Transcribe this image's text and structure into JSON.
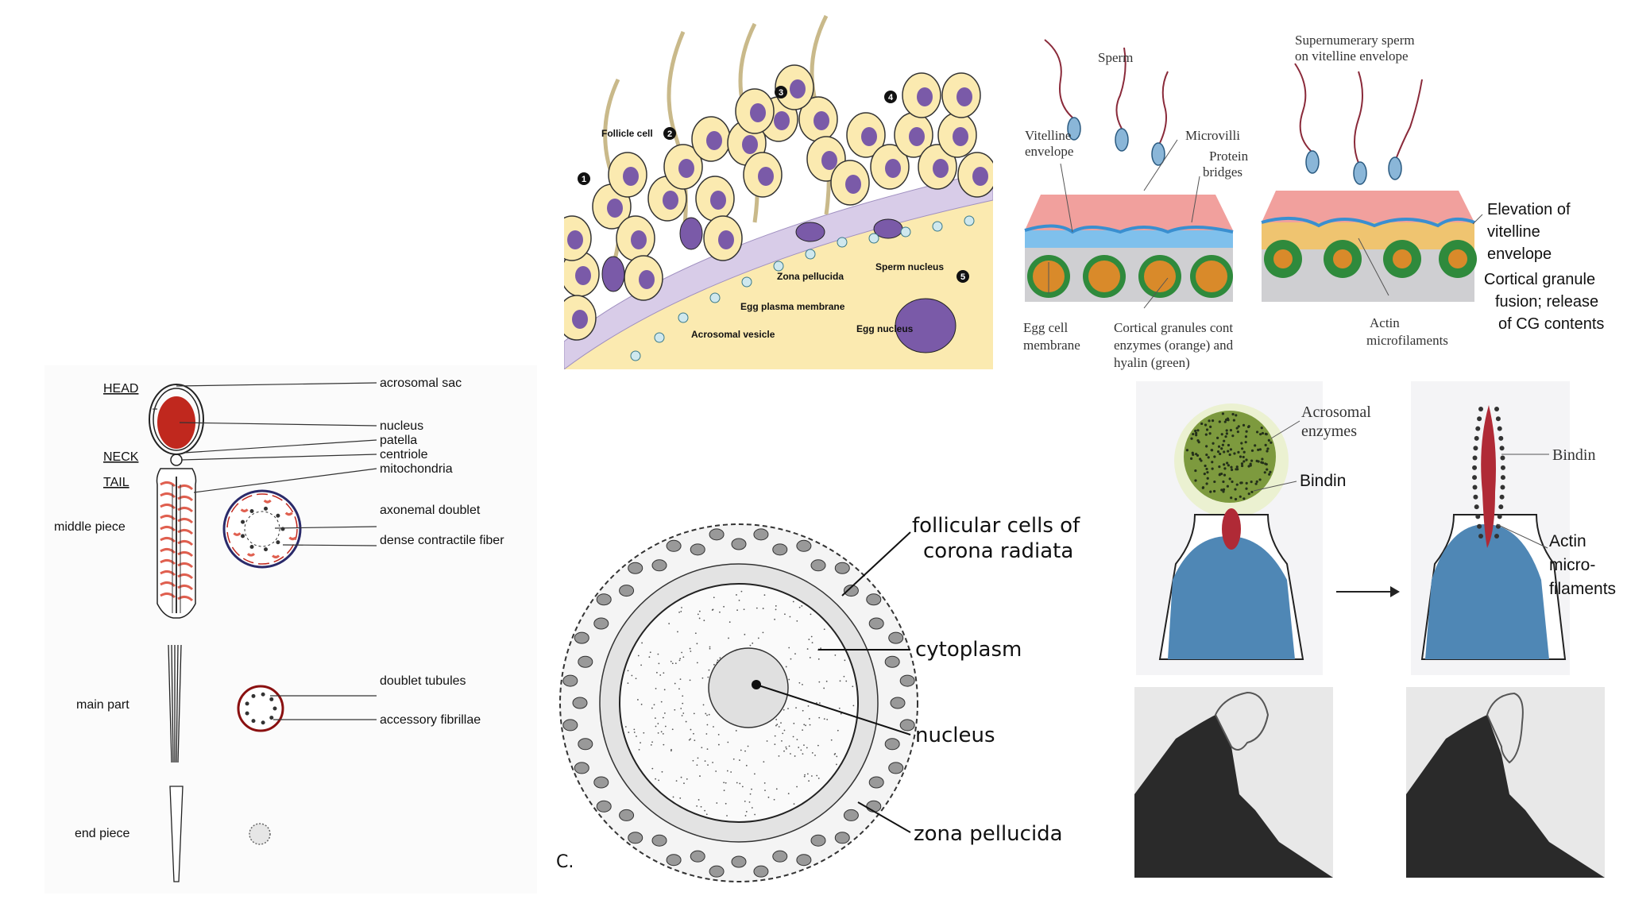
{
  "sperm_diagram": {
    "regions": [
      "HEAD",
      "NECK",
      "TAIL"
    ],
    "labels": [
      "acrosomal sac",
      "nucleus",
      "patella",
      "centriole",
      "mitochondria",
      "axonemal doublet",
      "dense contractile fiber",
      "doublet tubules",
      "accessory fibrillae"
    ],
    "parts": [
      "middle piece",
      "main part",
      "end piece"
    ]
  },
  "fertilization_sequence": {
    "steps": [
      "1",
      "2",
      "3",
      "4",
      "5"
    ],
    "labels": {
      "follicle_cell": "Follicle cell",
      "zona_pellucida": "Zona pellucida",
      "egg_plasma_membrane": "Egg plasma membrane",
      "acrosomal_vesicle": "Acrosomal vesicle",
      "sperm_nucleus": "Sperm nucleus",
      "egg_nucleus": "Egg nucleus"
    }
  },
  "cortical_reaction": {
    "left": {
      "sperm": "Sperm",
      "vitelline_envelope": "Vitelline envelope",
      "microvilli": "Microvilli",
      "protein_bridges": "Protein bridges",
      "egg_cell_membrane": "Egg cell membrane",
      "cortical_granules": "Cortical granules cont enzymes (orange) and hyalin (green)"
    },
    "right": {
      "supernumerary": "Supernumerary sperm on vitelline envelope",
      "actin": "Actin microfilaments",
      "elevation": "Elevation of vitelline envelope",
      "fusion": "Cortical granule fusion; release of CG contents"
    }
  },
  "oocyte": {
    "labels": {
      "corona": "follicular cells of corona radiata",
      "cytoplasm": "cytoplasm",
      "nucleus": "nucleus",
      "zona": "zona pellucida"
    },
    "panel_letter": "C."
  },
  "acrosome_reaction": {
    "labels": {
      "enzymes": "Acrosomal enzymes",
      "bindin_left": "Bindin",
      "bindin_right": "Bindin",
      "actin": "Actin micro- filaments"
    }
  },
  "colors": {
    "nucleus_red": "#c0281e",
    "mito_red": "#e06050",
    "egg_purple": "#7a5aa8",
    "zona_lavender": "#d8cce8",
    "egg_yellow": "#fbeab0",
    "membrane_blue": "#3a8fd0",
    "pink": "#ef8f8c",
    "acro_green": "#6f8a3a",
    "sperm_nucleus_blue": "#4d8ab4"
  }
}
